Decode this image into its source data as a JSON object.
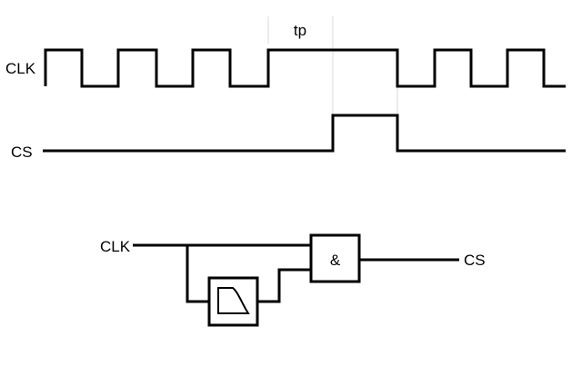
{
  "timing": {
    "clk_label": "CLK",
    "cs_label": "CS",
    "tp_label": "tp"
  },
  "circuit": {
    "input_label": "CLK",
    "output_label": "CS",
    "and_gate_symbol": "&",
    "delay_element_icon": "delay-filter-icon"
  }
}
